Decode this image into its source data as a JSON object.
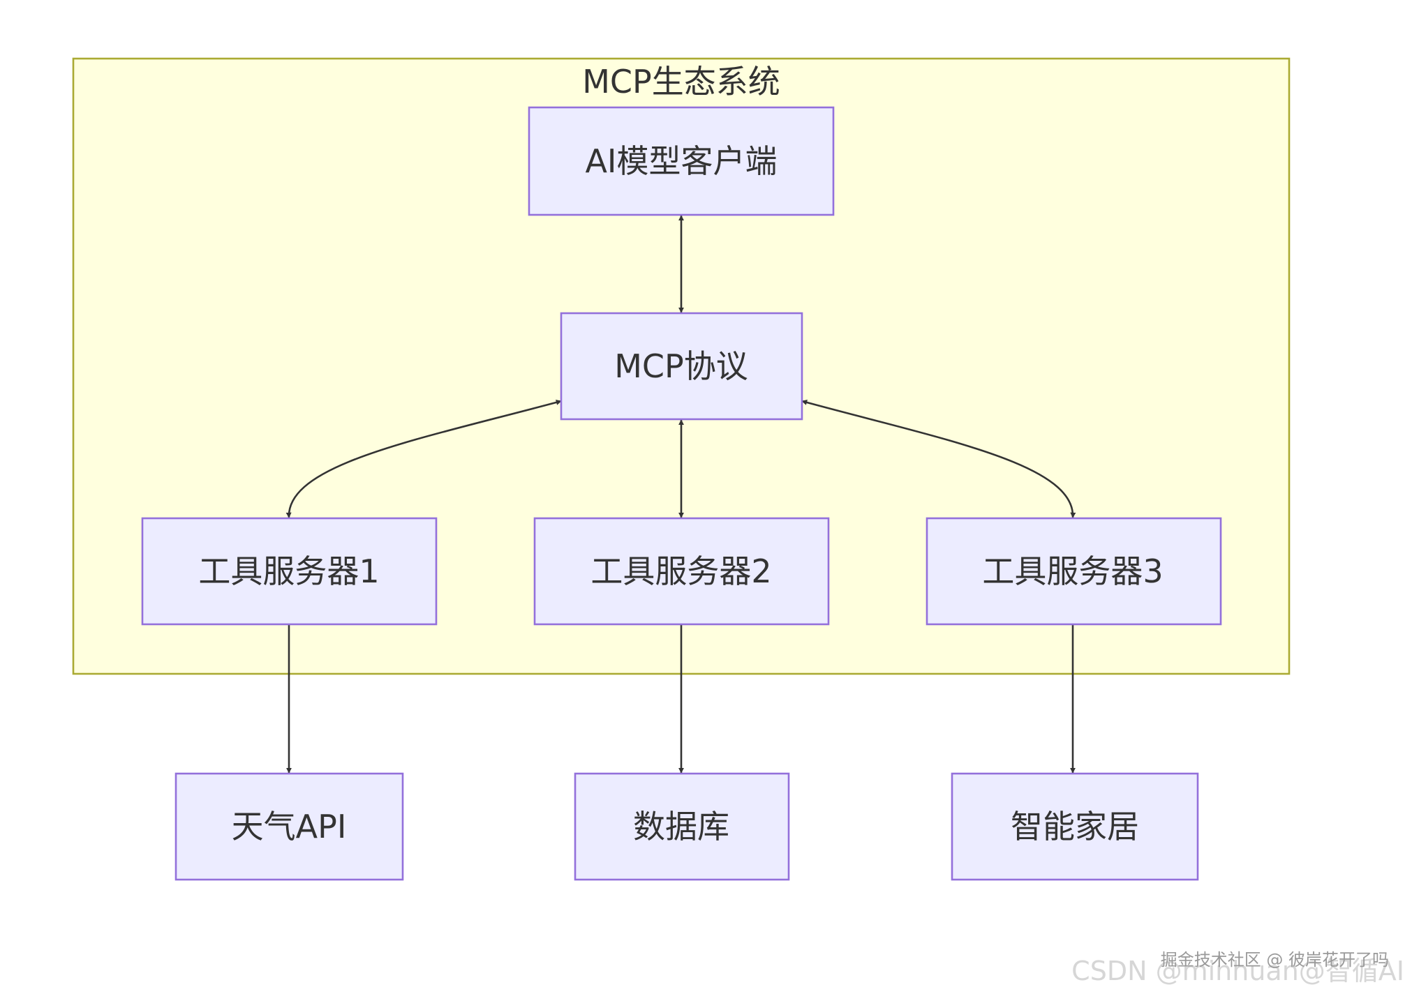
{
  "cluster": {
    "label": "MCP生态系统"
  },
  "nodes": {
    "client": "AI模型客户端",
    "protocol": "MCP协议",
    "server1": "工具服务器1",
    "server2": "工具服务器2",
    "server3": "工具服务器3",
    "weather": "天气API",
    "database": "数据库",
    "smarthome": "智能家居"
  },
  "edges": [
    {
      "from": "client",
      "to": "protocol",
      "direction": "both"
    },
    {
      "from": "protocol",
      "to": "server1",
      "direction": "both"
    },
    {
      "from": "protocol",
      "to": "server2",
      "direction": "both"
    },
    {
      "from": "protocol",
      "to": "server3",
      "direction": "both"
    },
    {
      "from": "server1",
      "to": "weather",
      "direction": "forward"
    },
    {
      "from": "server2",
      "to": "database",
      "direction": "forward"
    },
    {
      "from": "server3",
      "to": "smarthome",
      "direction": "forward"
    }
  ],
  "watermark": {
    "back": "CSDN @minhuan@智循AI",
    "front": "掘金技术社区 @ 彼岸花开了吗"
  },
  "colors": {
    "node_fill": "#ECECFF",
    "node_stroke": "#9370DB",
    "cluster_fill": "#ffffde",
    "cluster_stroke": "#aaaa33",
    "edge": "#333333"
  }
}
